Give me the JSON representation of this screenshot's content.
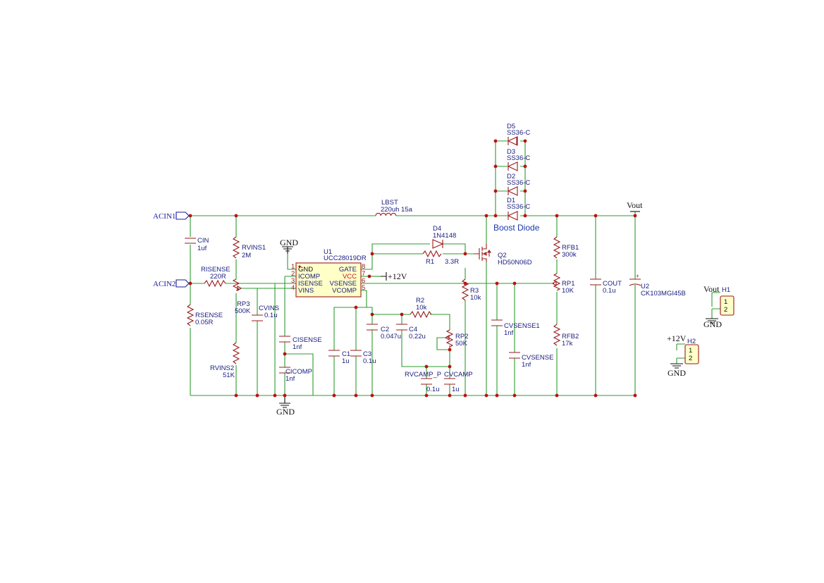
{
  "labels": {
    "acin1": "ACIN1",
    "acin2": "ACIN2",
    "vout": "Vout",
    "vout_h1": "Vout",
    "plus12v": "+12V",
    "plus12v_h2": "+12V",
    "gnd_top": "GND",
    "gnd_bottom": "GND",
    "gnd_h1": "GND",
    "gnd_h2": "GND",
    "boost_note": "Boost Diode"
  },
  "components": {
    "cin": {
      "ref": "CIN",
      "value": "1uf"
    },
    "rsense": {
      "ref": "RSENSE",
      "value": "0.05R"
    },
    "risense": {
      "ref": "RISENSE",
      "value": "220R"
    },
    "rvins1": {
      "ref": "RVINS1",
      "value": "2M"
    },
    "rp3": {
      "ref": "RP3",
      "value": "500K"
    },
    "rvins2": {
      "ref": "RVINS2",
      "value": "51K"
    },
    "cvins": {
      "ref": "CVINS",
      "value": "0.1u"
    },
    "cisense": {
      "ref": "CISENSE",
      "value": "1nf"
    },
    "cicomp": {
      "ref": "CICOMP",
      "value": "1nf"
    },
    "u1": {
      "ref": "U1",
      "value": "UCC28019DR"
    },
    "lbst": {
      "ref": "LBST",
      "value": "220uh 15a"
    },
    "d4": {
      "ref": "D4",
      "value": "1N4148"
    },
    "r1": {
      "ref": "R1",
      "value": "3.3R"
    },
    "q2": {
      "ref": "Q2",
      "value": "HD50N06D"
    },
    "r3": {
      "ref": "R3",
      "value": "10k"
    },
    "c1": {
      "ref": "C1",
      "value": "1u"
    },
    "c3": {
      "ref": "C3",
      "value": "0.1u"
    },
    "c2": {
      "ref": "C2",
      "value": "0.047u"
    },
    "r2": {
      "ref": "R2",
      "value": "10k"
    },
    "c4": {
      "ref": "C4",
      "value": "0.22u"
    },
    "rp2": {
      "ref": "RP2",
      "value": "50K"
    },
    "rvcamp_p": {
      "ref": "RVCAMP_P",
      "value": "0.1u"
    },
    "cvcamp": {
      "ref": "CVCAMP",
      "value": "1u"
    },
    "cvsense1": {
      "ref": "CVSENSE1",
      "value": "1nf"
    },
    "cvsense": {
      "ref": "CVSENSE",
      "value": "1nf"
    },
    "d5": {
      "ref": "D5",
      "value": "SS36-C"
    },
    "d3": {
      "ref": "D3",
      "value": "SS36-C"
    },
    "d2": {
      "ref": "D2",
      "value": "SS36-C"
    },
    "d1": {
      "ref": "D1",
      "value": "SS36-C"
    },
    "rfb1": {
      "ref": "RFB1",
      "value": "300k"
    },
    "rp1": {
      "ref": "RP1",
      "value": "10K"
    },
    "rfb2": {
      "ref": "RFB2",
      "value": "17k"
    },
    "cout": {
      "ref": "COUT",
      "value": "0.1u"
    },
    "u2": {
      "ref": "U2",
      "value": "CK103MGI45B"
    },
    "h1": {
      "ref": "H1",
      "pin1": "1",
      "pin2": "2"
    },
    "h2": {
      "ref": "H2",
      "pin1": "1",
      "pin2": "2"
    }
  },
  "u1_pins": {
    "p1_num": "1",
    "p1_name": "GND",
    "p2_num": "2",
    "p2_name": "ICOMP",
    "p3_num": "3",
    "p3_name": "ISENSE",
    "p4_num": "4",
    "p4_name": "VINS",
    "p8_num": "8",
    "p8_name": "GATE",
    "p7_num": "7",
    "p7_name": "VCC",
    "p6_num": "6",
    "p6_name": "VSENSE",
    "p5_num": "5",
    "p5_name": "VCOMP"
  }
}
